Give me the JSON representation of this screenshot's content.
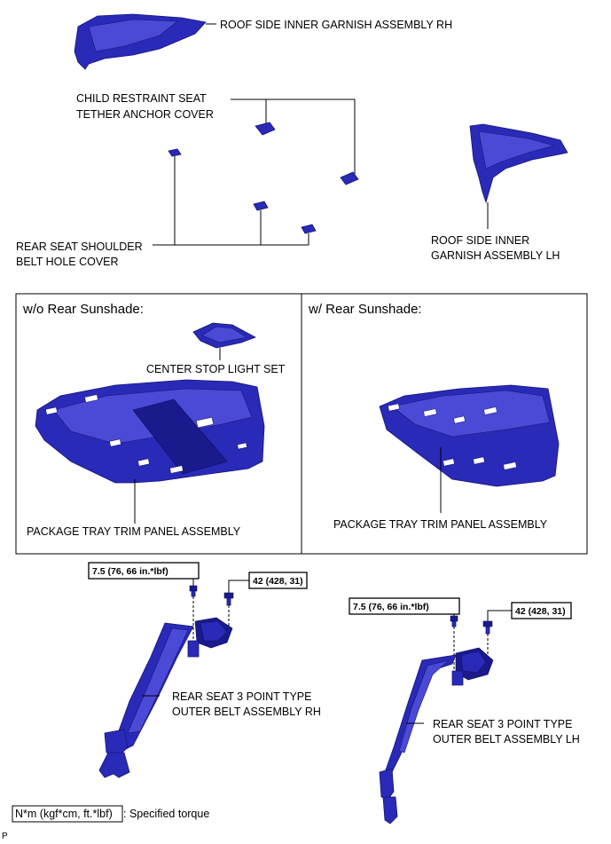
{
  "parts": {
    "roof_rh": "ROOF SIDE INNER GARNISH ASSEMBLY RH",
    "child_line1": "CHILD RESTRAINT SEAT",
    "child_line2": "TETHER ANCHOR COVER",
    "shoulder_line1": "REAR SEAT SHOULDER",
    "shoulder_line2": "BELT HOLE COVER",
    "roof_lh_line1": "ROOF SIDE INNER",
    "roof_lh_line2": "GARNISH ASSEMBLY LH",
    "center_stop": "CENTER STOP LIGHT SET",
    "package_tray_left": "PACKAGE TRAY TRIM PANEL ASSEMBLY",
    "package_tray_right": "PACKAGE TRAY TRIM PANEL ASSEMBLY",
    "belt_rh_line1": "REAR SEAT 3 POINT TYPE",
    "belt_rh_line2": "OUTER BELT ASSEMBLY RH",
    "belt_lh_line1": "REAR SEAT 3 POINT TYPE",
    "belt_lh_line2": "OUTER BELT ASSEMBLY LH"
  },
  "variants": {
    "without": "w/o Rear Sunshade:",
    "with": "w/ Rear Sunshade:"
  },
  "torques": {
    "rh_small": "7.5 (76, 66 in.*lbf)",
    "rh_large": "42 (428, 31)",
    "lh_small": "7.5 (76, 66 in.*lbf)",
    "lh_large": "42 (428, 31)"
  },
  "legend": {
    "unit": "N*m (kgf*cm, ft.*lbf)",
    "desc": ": Specified torque"
  },
  "footer_code": "P",
  "colors": {
    "part_blue": "#2a2ab8",
    "outline": "#14147a"
  }
}
